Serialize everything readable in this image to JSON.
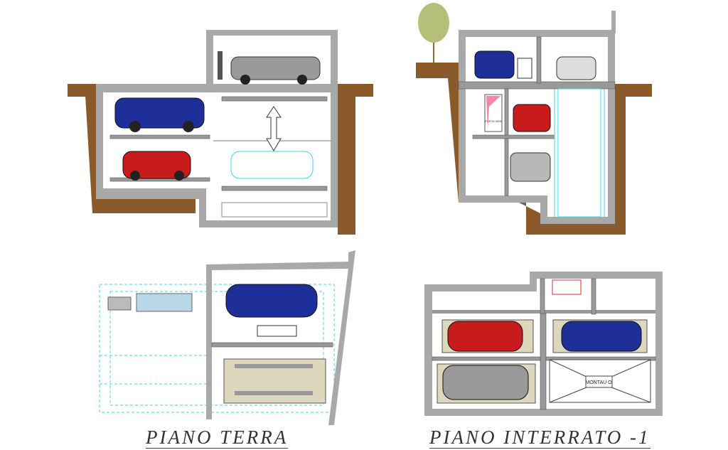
{
  "titles": {
    "ground_floor": "PIANO TERRA",
    "basement": "PIANO INTERRATO -1"
  },
  "labels": {
    "lift_platform": "MONTAU O",
    "door_sign": "PORTA WEB"
  },
  "colors": {
    "earth": "#8a5a2b",
    "concrete": "#a9a9a9",
    "cyan_lines": "#3fd5e8",
    "car_blue": "#1e2f9a",
    "car_red": "#c81c1c",
    "car_silver": "#b8b8b8",
    "platform_fill": "#ddd8bd"
  }
}
